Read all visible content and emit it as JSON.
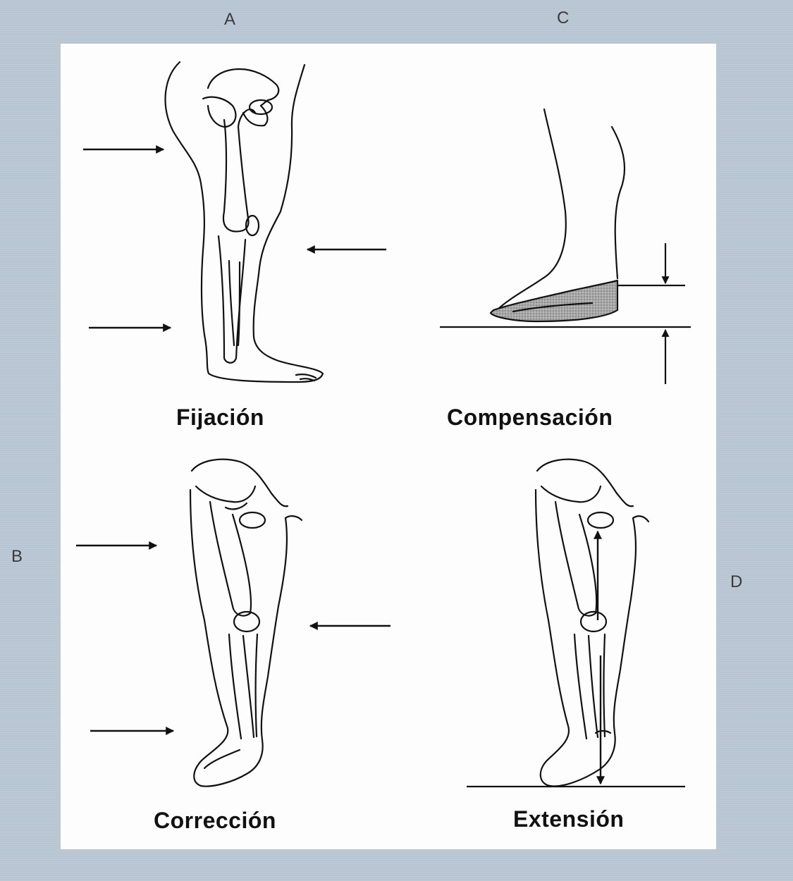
{
  "letters": {
    "a": "A",
    "b": "B",
    "c": "C",
    "d": "D"
  },
  "captions": {
    "fijacion": "Fijación",
    "compensacion": "Compensación",
    "correccion": "Corrección",
    "extension": "Extensión"
  },
  "colors": {
    "frame": "#b7c5d2",
    "panel": "#fdfdfd",
    "ink": "#111111",
    "shoe_fill": "#9a9a9a"
  }
}
